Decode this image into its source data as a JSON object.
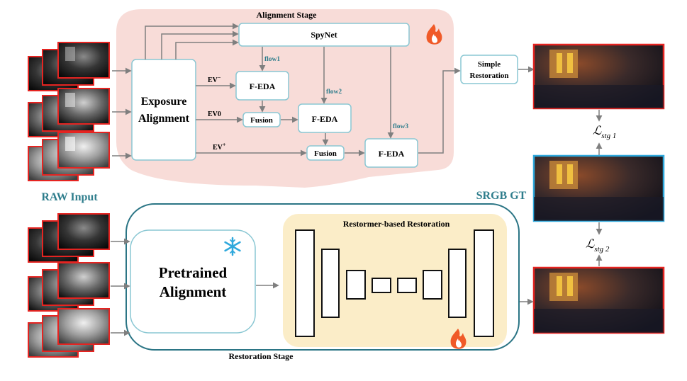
{
  "alignment": {
    "title": "Alignment Stage",
    "spynet": "SpyNet",
    "exposure": [
      "Exposure",
      "Alignment"
    ],
    "flows": [
      "flow1",
      "flow2",
      "flow3"
    ],
    "ev_minus": "EV",
    "ev_minus_sup": "−",
    "ev_zero": "EV0",
    "ev_plus": "EV",
    "ev_plus_sup": "+",
    "fedas": [
      "F-EDA",
      "F-EDA",
      "F-EDA"
    ],
    "fusions": [
      "Fusion",
      "Fusion"
    ],
    "simple_restoration": [
      "Simple",
      "Restoration"
    ],
    "fire_icon": "fire-icon"
  },
  "restoration": {
    "title": "Restoration Stage",
    "pretrained": [
      "Pretrained",
      "Alignment"
    ],
    "restormer_title": "Restormer-based Restoration",
    "snowflake_icon": "snowflake-icon",
    "fire_icon": "fire-icon"
  },
  "labels": {
    "raw_input": "RAW Input",
    "srgb_gt": "SRGB GT",
    "loss1_main": "ℒ",
    "loss1_sub": "stg 1",
    "loss2_main": "ℒ",
    "loss2_sub": "stg 2"
  },
  "colors": {
    "alignment_bg": "#f8dcd8",
    "restoration_border": "#2b7585",
    "restormer_bg": "#fbedc8",
    "box_border": "#8ac7d3",
    "label_teal": "#2e7d8c",
    "frame_red": "#e52421",
    "frame_blue": "#2ea8dc",
    "arrow": "#7f7f7f"
  }
}
